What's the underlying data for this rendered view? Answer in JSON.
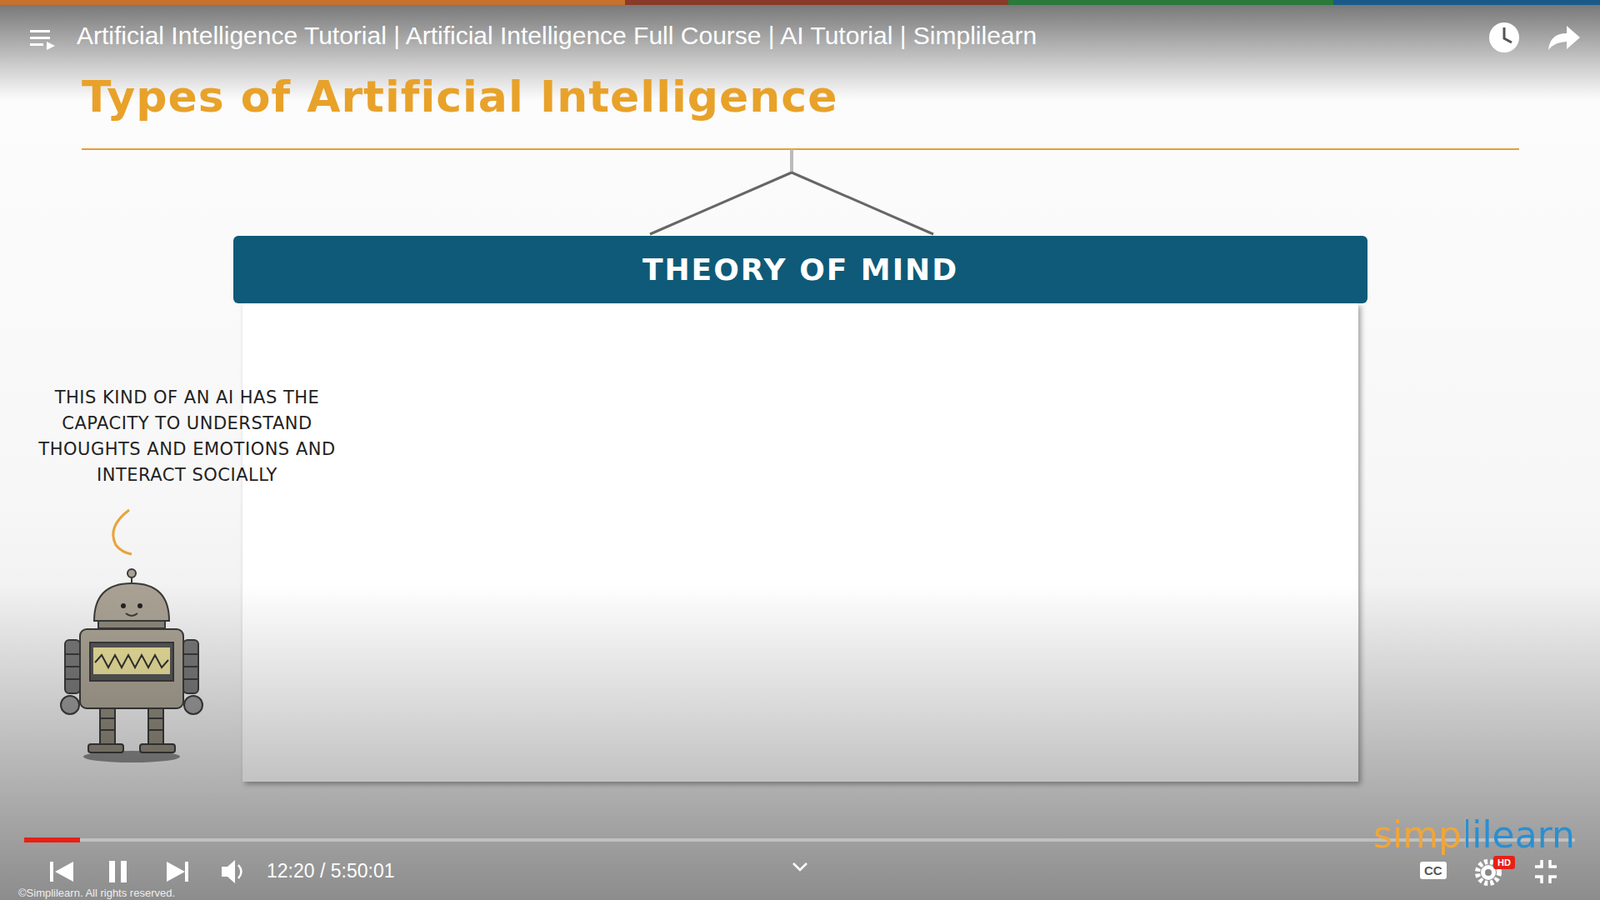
{
  "diagram": {
    "title": "Types of Artificial Intelligence",
    "nodes": [
      {
        "text": [
          "THEORY OF MIND"
        ]
      }
    ],
    "labels": [
      "Artificial Intelligence Tutorial | Artificial Intelligence Full Course | AI Tutorial | Simplilearn",
      "THIS KIND OF AN AI HAS THE CAPACITY TO UNDERSTAND THOUGHTS AND EMOTIONS AND INTERACT SOCIALLY",
      "simplilearn",
      "©Simplilearn. All rights reserved.",
      "12:20 / 5:50:01",
      "CC",
      "HD"
    ]
  }
}
